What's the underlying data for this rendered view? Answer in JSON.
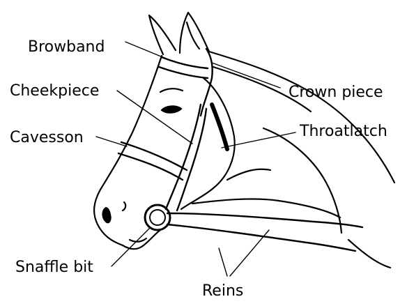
{
  "diagram": {
    "labels": {
      "browband": "Browband",
      "crown_piece": "Crown piece",
      "cheekpiece": "Cheekpiece",
      "throatlatch": "Throatlatch",
      "cavesson": "Cavesson",
      "snaffle_bit": "Snaffle bit",
      "reins": "Reins"
    },
    "colors": {
      "ink": "#000000",
      "background": "#ffffff"
    }
  }
}
